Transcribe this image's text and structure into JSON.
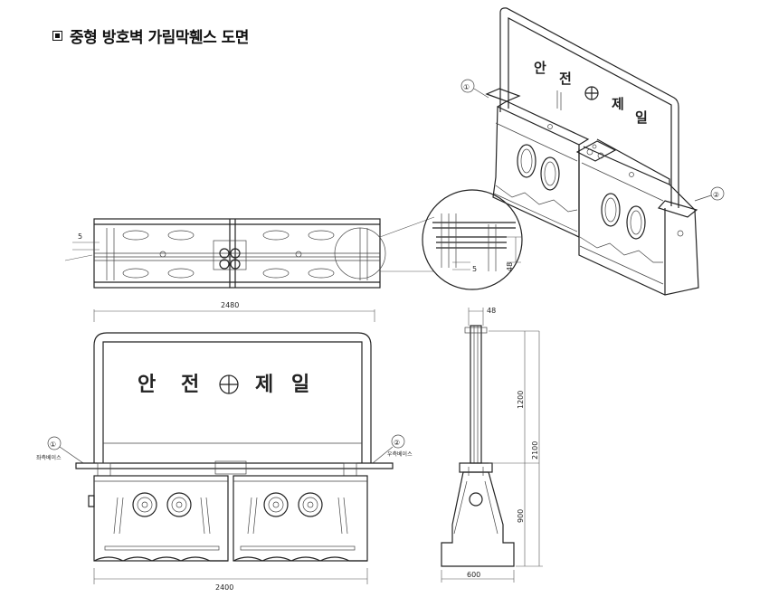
{
  "title": "중형 방호벽 가림막휀스 도면",
  "colors": {
    "line": "#222222",
    "background": "#ffffff"
  },
  "callouts": {
    "c1": "①",
    "c2": "②"
  },
  "side_labels": {
    "left": "좌측베이스",
    "right": "우측베이스"
  },
  "sign_text": {
    "char1": "안",
    "char2": "전",
    "char3": "제",
    "char4": "일"
  },
  "dimensions": {
    "top_gap": "5",
    "detail_gap": "5",
    "detail_height": "48",
    "frame_width": "2480",
    "base_width": "2400",
    "side_thickness": "48",
    "panel_height": "1200",
    "total_height": "2100",
    "base_height": "900",
    "base_depth": "600"
  }
}
